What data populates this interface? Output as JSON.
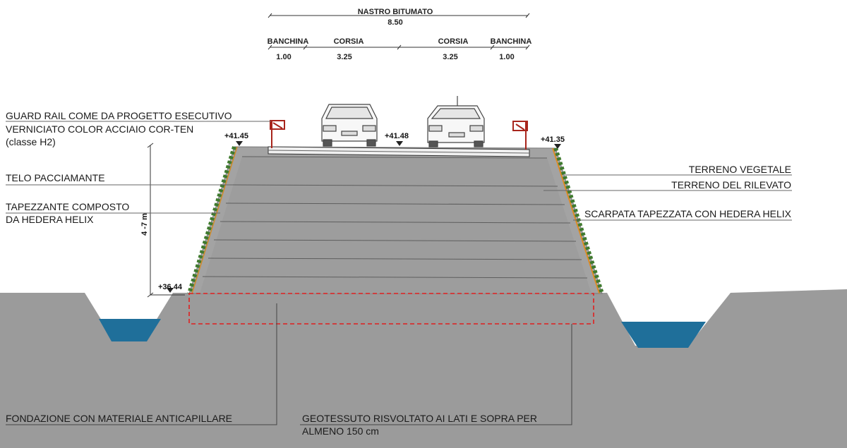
{
  "dimensions": {
    "total_label": "NASTRO BITUMATO",
    "total_value": "8.50",
    "parts": [
      {
        "label": "BANCHINA",
        "value": "1.00"
      },
      {
        "label": "CORSIA",
        "value": "3.25"
      },
      {
        "label": "CORSIA",
        "value": "3.25"
      },
      {
        "label": "BANCHINA",
        "value": "1.00"
      }
    ]
  },
  "elevations": {
    "left_top": "+41.45",
    "center": "+41.48",
    "right_top": "+41.35",
    "left_bottom": "+36.44"
  },
  "height_label": "4 -7 m",
  "labels_left": {
    "guard_rail_1": "GUARD RAIL COME DA PROGETTO ESECUTIVO",
    "guard_rail_2": "VERNICIATO COLOR ACCIAIO COR-TEN",
    "guard_rail_3": "(classe H2)",
    "telo": "TELO PACCIAMANTE",
    "tapezzante_1": "TAPEZZANTE COMPOSTO",
    "tapezzante_2": "DA HEDERA HELIX"
  },
  "labels_right": {
    "terreno_vegetale": "TERRENO VEGETALE",
    "terreno_rilevato": "TERRENO DEL RILEVATO",
    "scarpata": "SCARPATA TAPEZZATA CON HEDERA HELIX"
  },
  "labels_bottom": {
    "fondazione": "FONDAZIONE CON MATERIALE ANTICAPILLARE",
    "geotessuto_1": "GEOTESSUTO RISVOLTATO AI LATI E SOPRA PER",
    "geotessuto_2": "ALMENO 150 cm"
  },
  "colors": {
    "ground": "#9b9b9b",
    "embankment": "#a3a3a3",
    "water": "#1f6f9a",
    "geotextile": "#e02020",
    "guard_rail": "#a8251c",
    "vegetation": "#3f7a2e"
  }
}
